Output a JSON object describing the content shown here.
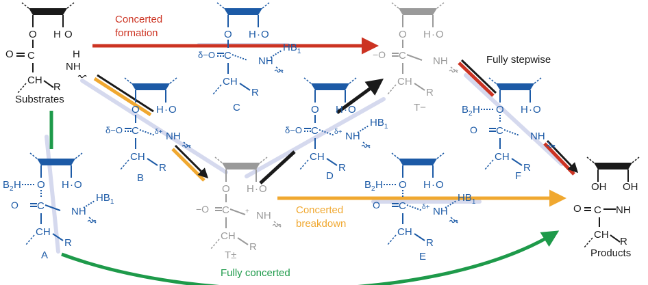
{
  "colors": {
    "black": "#1a1a1a",
    "blue": "#1c5aa6",
    "gray": "#9a9a9a",
    "red": "#cc3322",
    "orange": "#f0a830",
    "green": "#1e9a4a",
    "dark_arrow": "#1a1a1a",
    "faint_path": "#d5d9ee"
  },
  "pathways": {
    "concerted_formation": [
      "Concerted",
      "formation"
    ],
    "concerted_breakdown": [
      "Concerted",
      "breakdown"
    ],
    "fully_stepwise": "Fully stepwise",
    "fully_concerted": "Fully concerted"
  },
  "labels": {
    "substrates": "Substrates",
    "products": "Products",
    "A": "A",
    "B": "B",
    "C": "C",
    "D": "D",
    "E": "E",
    "F": "F",
    "T_minus": "T−",
    "T_pm": "T±"
  },
  "atoms": {
    "O": "O",
    "H": "H",
    "C": "C",
    "N": "N",
    "NH": "NH",
    "CH": "CH",
    "R": "R",
    "OH": "OH",
    "HB1": "HB",
    "B2H": "B",
    "sub1": "1",
    "sub2": "2",
    "delta_minus": "δ−",
    "delta_plus": "δ+",
    "minus": "−",
    "plus": "+"
  },
  "structures": [
    {
      "name": "substrates",
      "cx": 0,
      "type": "substrate"
    },
    {
      "name": "products",
      "type": "product"
    },
    {
      "name": "A",
      "type": "A"
    },
    {
      "name": "B",
      "type": "B"
    },
    {
      "name": "C",
      "type": "C"
    },
    {
      "name": "D",
      "type": "D"
    },
    {
      "name": "E",
      "type": "E"
    },
    {
      "name": "F",
      "type": "F"
    },
    {
      "name": "T_minus",
      "type": "Tm"
    },
    {
      "name": "T_pm",
      "type": "Tpm"
    }
  ]
}
